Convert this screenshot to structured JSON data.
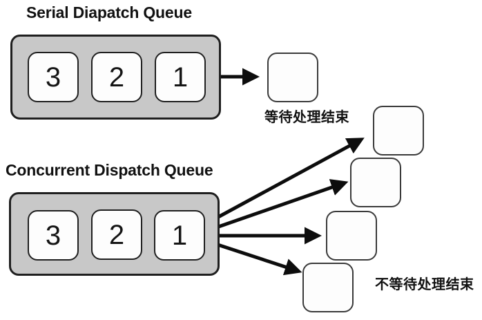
{
  "diagram": {
    "serial": {
      "title": "Serial Diapatch Queue",
      "queue_items": [
        "3",
        "2",
        "1"
      ],
      "result_label": "等待处理结束"
    },
    "concurrent": {
      "title": "Concurrent Dispatch Queue",
      "queue_items": [
        "3",
        "2",
        "1"
      ],
      "result_label": "不等待处理结束"
    },
    "colors": {
      "background": "#ffffff",
      "queue_fill": "#c8c8c8",
      "task_fill": "#fdfdfd",
      "outline": "#1f1f1f",
      "arrow": "#0d0d0d"
    }
  }
}
